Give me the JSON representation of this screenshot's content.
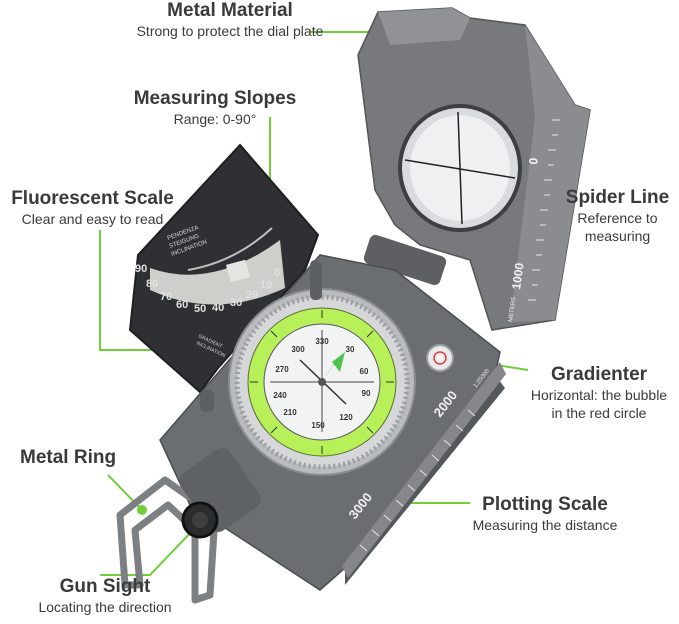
{
  "colors": {
    "accent": "#6fcf3a",
    "dial_green": "#b8f05a",
    "body_gray": "#6d7073",
    "text": "#3a3a3a"
  },
  "callouts": {
    "metal_material": {
      "title": "Metal Material",
      "desc": "Strong to protect the dial plate"
    },
    "measuring_slopes": {
      "title": "Measuring Slopes",
      "desc": "Range: 0-90°"
    },
    "fluorescent_scale": {
      "title": "Fluorescent Scale",
      "desc": "Clear and easy to read"
    },
    "spider_line": {
      "title": "Spider Line",
      "desc1": "Reference to",
      "desc2": "measuring"
    },
    "gradienter": {
      "title": "Gradienter",
      "desc1": "Horizontal: the bubble",
      "desc2": "in the red circle"
    },
    "metal_ring": {
      "title": "Metal Ring"
    },
    "plotting_scale": {
      "title": "Plotting Scale",
      "desc": "Measuring the distance"
    },
    "gun_sight": {
      "title": "Gun Sight",
      "desc": "Locating the direction"
    }
  },
  "product": {
    "ruler_labels": [
      "0",
      "1000",
      "2000",
      "3000"
    ],
    "ruler_unit": "METERS",
    "scale_ratio": "1:25000",
    "clino_labels": [
      "90",
      "80",
      "70",
      "60",
      "50",
      "40",
      "30",
      "20",
      "10",
      "0"
    ],
    "clino_text": [
      "PENDENZA",
      "STEIGUNG",
      "INCLINATION"
    ],
    "clino_bottom": [
      "GRADIENT",
      "INCLINATION"
    ],
    "dial_labels": [
      "330",
      "30",
      "60",
      "90",
      "120",
      "150",
      "210",
      "240",
      "270",
      "300"
    ]
  }
}
